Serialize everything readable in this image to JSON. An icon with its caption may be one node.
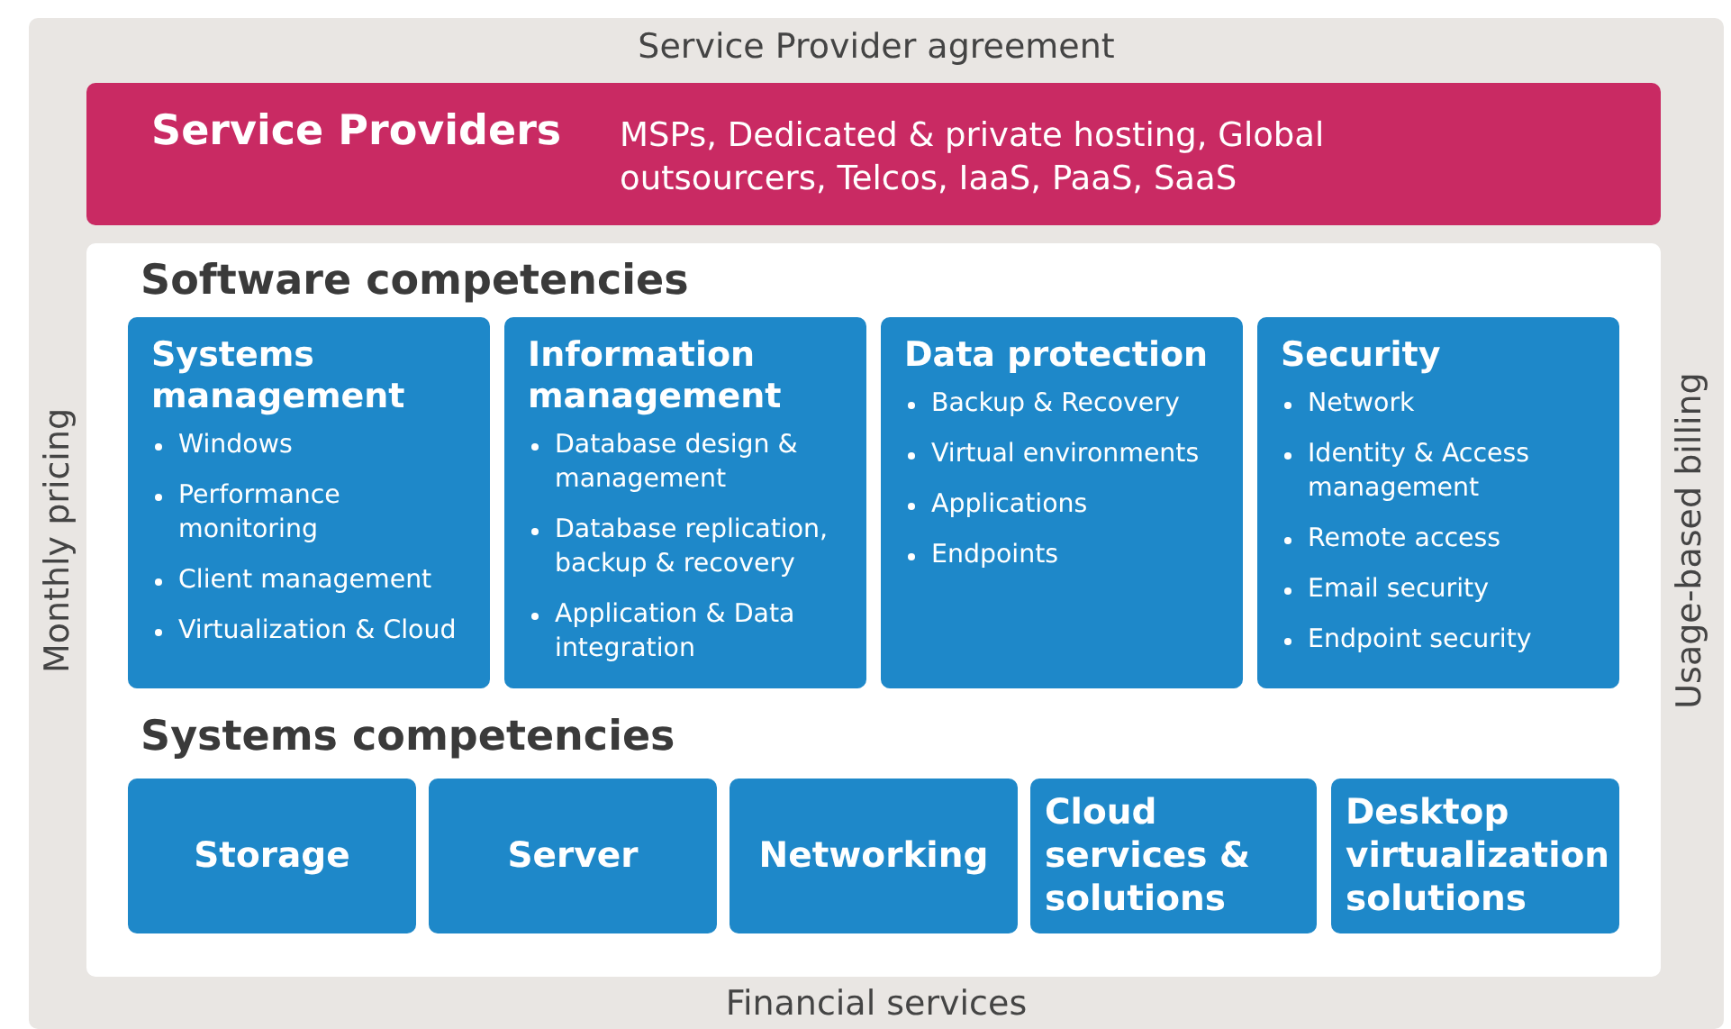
{
  "diagram": {
    "nodes": [
      {
        "text": [
          "Service Provider agreement",
          "Monthly pricing",
          "Usage-based billing",
          "Financial services"
        ]
      },
      {
        "text": [
          "Service Providers",
          "MSPs, Dedicated & private hosting, Global outsourcers, Telcos, IaaS, PaaS, SaaS"
        ],
        "in": 0
      },
      {
        "text": [
          "Software competencies",
          "Systems competencies"
        ],
        "in": 0
      },
      {
        "text": [
          "Systems management",
          "Windows",
          "Performance monitoring",
          "Client management",
          "Virtualization & Cloud"
        ],
        "in": 2
      },
      {
        "text": [
          "Information management",
          "Database design & management",
          "Database replication, backup & recovery",
          "Application & Data integration"
        ],
        "in": 2
      },
      {
        "text": [
          "Data protection",
          "Backup & Recovery",
          "Virtual environments",
          "Applications",
          "Endpoints"
        ],
        "in": 2
      },
      {
        "text": [
          "Security",
          "Network",
          "Identity & Access management",
          "Remote access",
          "Email security",
          "Endpoint security"
        ],
        "in": 2
      },
      {
        "text": [
          "Storage"
        ],
        "in": 2
      },
      {
        "text": [
          "Server"
        ],
        "in": 2
      },
      {
        "text": [
          "Networking"
        ],
        "in": 2
      },
      {
        "text": [
          "Cloud services & solutions"
        ],
        "in": 2
      },
      {
        "text": [
          "Desktop virtualization solutions"
        ],
        "in": 2
      }
    ]
  }
}
